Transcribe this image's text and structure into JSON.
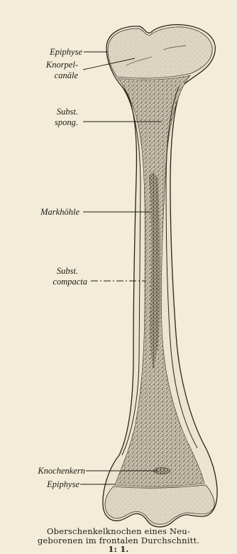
{
  "labels": {
    "epiphyse_top": "Epiphyse",
    "knorpel_line1": "Knorpel-",
    "knorpel_line2": "canäle",
    "subst_spong_line1": "Subst.",
    "subst_spong_line2": "spong.",
    "markhoehle": "Markhöhle",
    "subst_compacta_line1": "Subst.",
    "subst_compacta_line2": "compacta",
    "knochenkern": "Knochenkern",
    "epiphyse_bottom": "Epiphyse"
  },
  "caption": {
    "line1": "Oberschenkelknochen eines Neu-",
    "line2": "geborenen im frontalen Durchschnitt.",
    "scale": "1: 1."
  },
  "colors": {
    "paper": "#f2ecd8",
    "ink": "#1f1a14",
    "cartilage": "#d9d2bf",
    "spongy": "#bdb4a2"
  }
}
